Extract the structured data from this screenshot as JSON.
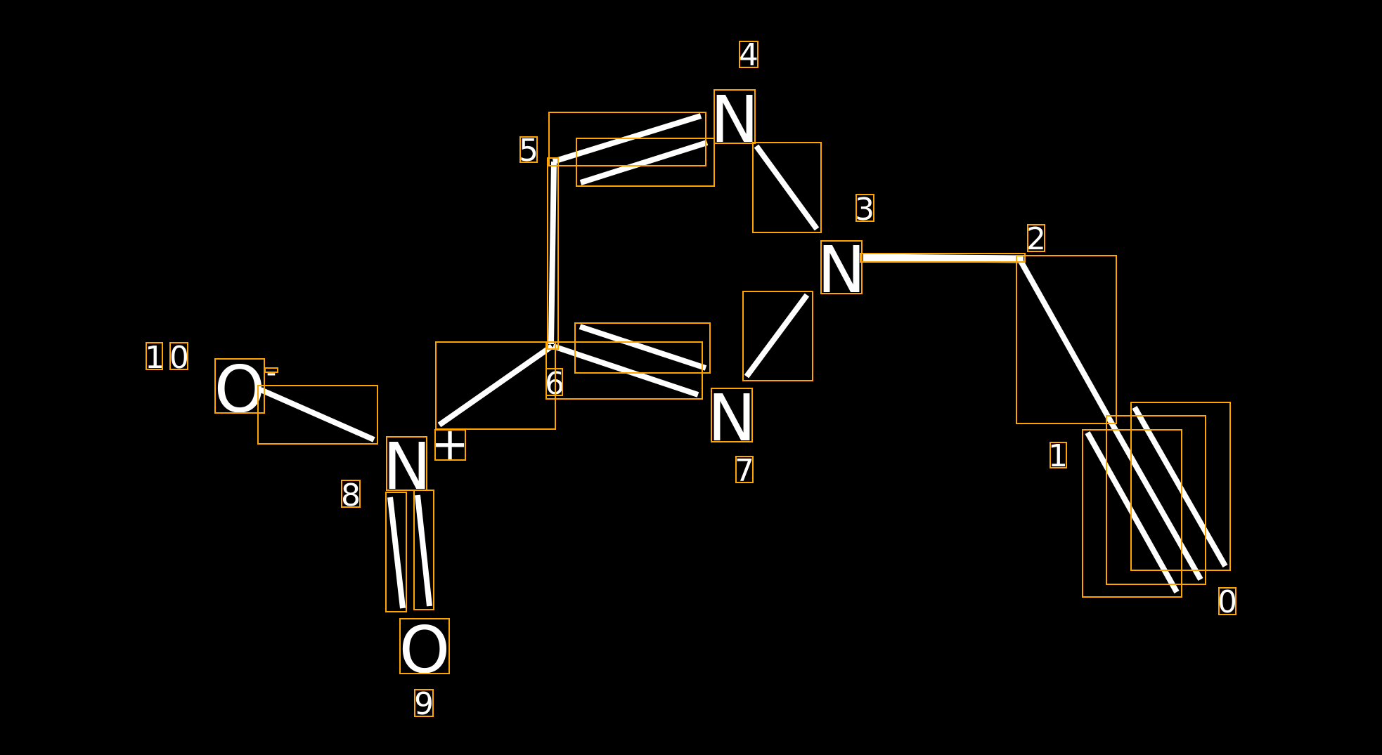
{
  "atoms": {
    "n4": "N",
    "n3": "N",
    "n7": "N",
    "n8": "N",
    "plus": "+",
    "o9": "O",
    "o10": "O",
    "minus": "-"
  },
  "indices": {
    "i0": "0",
    "i1": "1",
    "i2": "2",
    "i3": "3",
    "i4": "4",
    "i5": "5",
    "i6": "6",
    "i7": "7",
    "i8": "8",
    "i9": "9",
    "i10a": "1",
    "i10b": "0"
  },
  "colors": {
    "box": "#FFA500",
    "bond": "#FFFFFF",
    "background": "#000000"
  }
}
